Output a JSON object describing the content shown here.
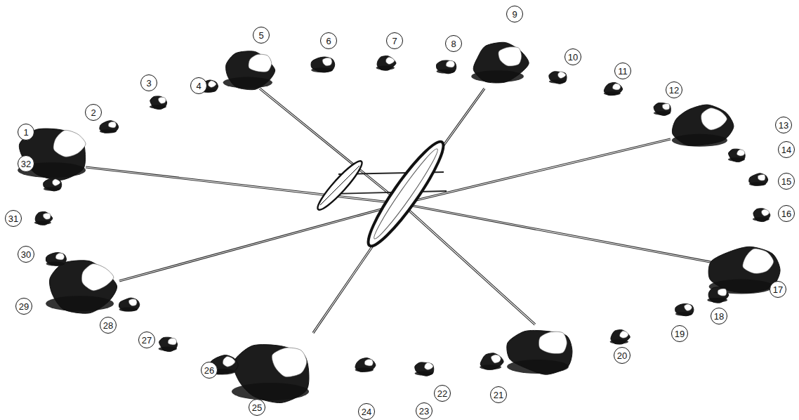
{
  "diagram": {
    "labels": [
      "1",
      "2",
      "3",
      "4",
      "5",
      "6",
      "7",
      "8",
      "9",
      "10",
      "11",
      "12",
      "13",
      "14",
      "15",
      "16",
      "17",
      "18",
      "19",
      "20",
      "21",
      "22",
      "23",
      "24",
      "25",
      "26",
      "27",
      "28",
      "29",
      "30",
      "31",
      "32"
    ]
  }
}
